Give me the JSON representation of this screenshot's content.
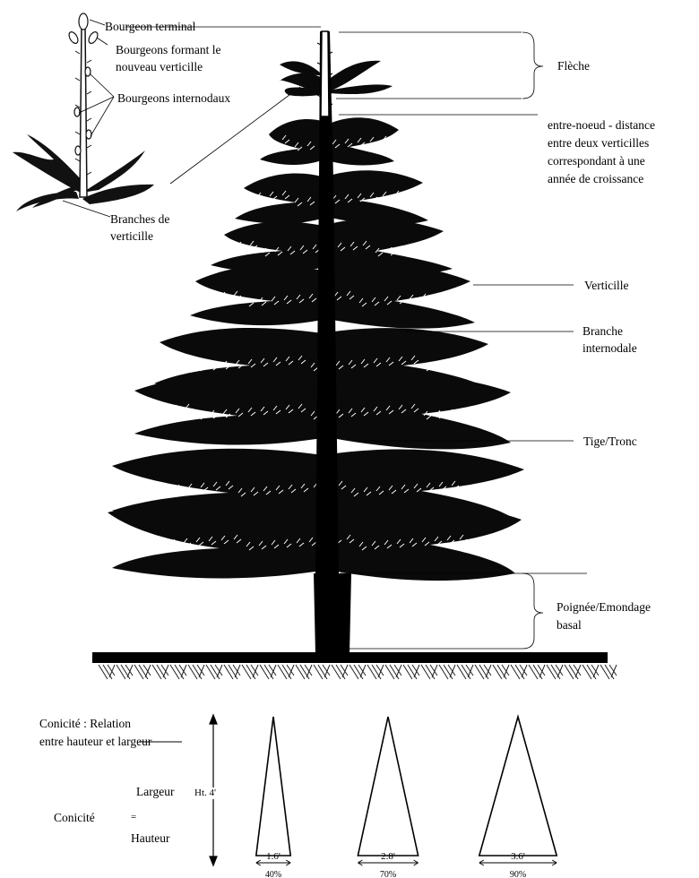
{
  "labels": {
    "terminal_bud": "Bourgeon terminal",
    "whorl_buds": [
      "Bourgeons formant le",
      "nouveau verticille"
    ],
    "internodal_buds": "Bourgeons internodaux",
    "whorl_branches": [
      "Branches de",
      "verticille"
    ],
    "leader": "Flèche",
    "internode": [
      "entre-noeud - distance",
      "entre deux verticilles",
      "correspondant à une",
      "année de croissance"
    ],
    "whorl": "Verticille",
    "internodal_branch": [
      "Branche",
      "internodale"
    ],
    "stem": "Tige/Tronc",
    "basal_pruning": [
      "Poignée/Emondage",
      "basal"
    ]
  },
  "taper": {
    "title": [
      "Conicité : Relation",
      "entre hauteur et largeur"
    ],
    "formula_label": "Conicité",
    "equals": "=",
    "numerator": "Largeur",
    "denominator": "Hauteur",
    "height_label": "Ht. 4'",
    "triangles": [
      {
        "width_label": "1.6'",
        "percent": "40%",
        "width_ft": 1.6
      },
      {
        "width_label": "2.8'",
        "percent": "70%",
        "width_ft": 2.8
      },
      {
        "width_label": "3.6'",
        "percent": "90%",
        "width_ft": 3.6
      }
    ]
  }
}
